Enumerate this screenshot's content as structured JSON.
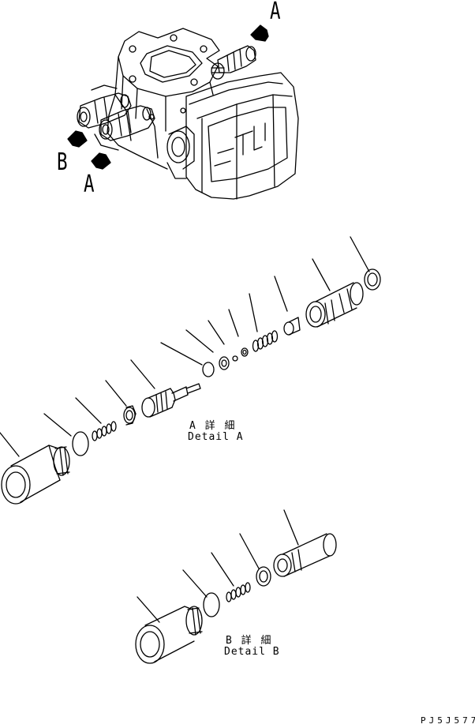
{
  "view_labels": {
    "a_top": "A",
    "b_left": "B",
    "a_bottom": "A"
  },
  "detail_a": {
    "title_jp": "A 詳 細",
    "title_en": "Detail A"
  },
  "detail_b": {
    "title_jp": "B 詳 細",
    "title_en": "Detail B"
  },
  "drawing_code": "PJ5J577",
  "colors": {
    "line": "#000000",
    "background": "#ffffff"
  }
}
